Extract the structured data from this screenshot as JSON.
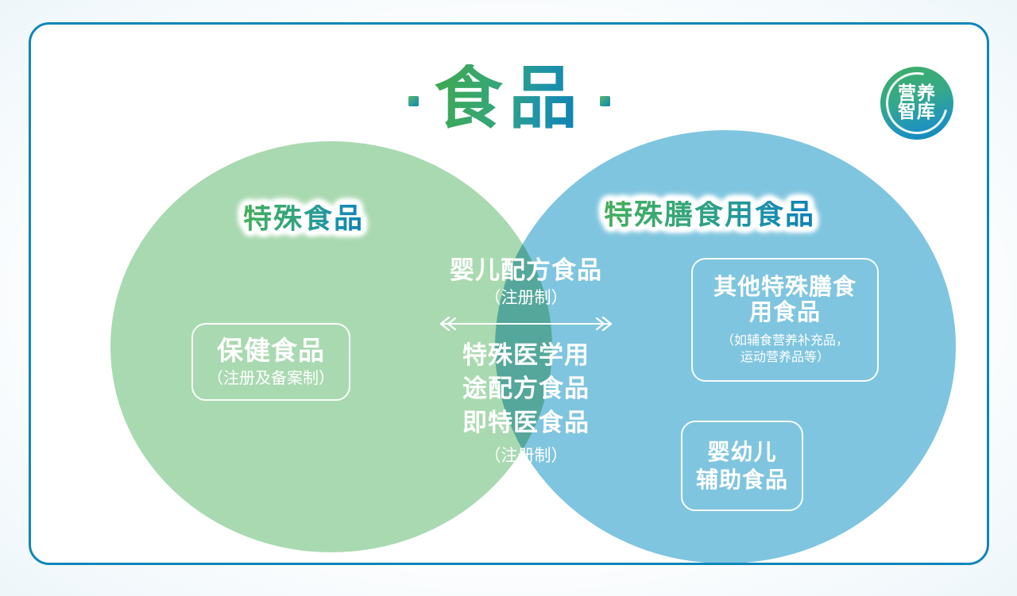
{
  "header": {
    "title": "食品",
    "decor_dot_left": "gradient-square-dot",
    "decor_dot_right": "gradient-square-dot"
  },
  "logo": {
    "line1": "营养",
    "line2": "智库",
    "shape": "circular-badge"
  },
  "venn": {
    "left_circle": {
      "label": "特殊食品",
      "color": "#A9D9B0",
      "box": {
        "main": "保健食品",
        "sub": "（注册及备案制）"
      }
    },
    "right_circle": {
      "label": "特殊膳食用食品",
      "color": "#7FC5DF",
      "boxes": [
        {
          "main_line1": "其他特殊膳食",
          "main_line2": "用食品",
          "sub_line1": "（如辅食营养补充品，",
          "sub_line2": "运动营养品等）"
        },
        {
          "main_line1": "婴幼儿",
          "main_line2": "辅助食品"
        }
      ]
    },
    "overlap": {
      "color": "#4FA9A4",
      "top_main": "婴儿配方食品",
      "top_sub": "（注册制）",
      "divider": "double-headed-arrow",
      "bottom_main_line1": "特殊医学用",
      "bottom_main_line2": "途配方食品",
      "bottom_main_line3": "即特医食品",
      "bottom_sub": "（注册制）"
    }
  },
  "colors": {
    "frame_border": "#0E86B8",
    "title_gradient_start": "#3FA94E",
    "title_gradient_end": "#0B7FB4",
    "left_circle": "#A9D9B0",
    "right_circle": "#7FC5DF",
    "overlap": "#4FA9A4"
  }
}
